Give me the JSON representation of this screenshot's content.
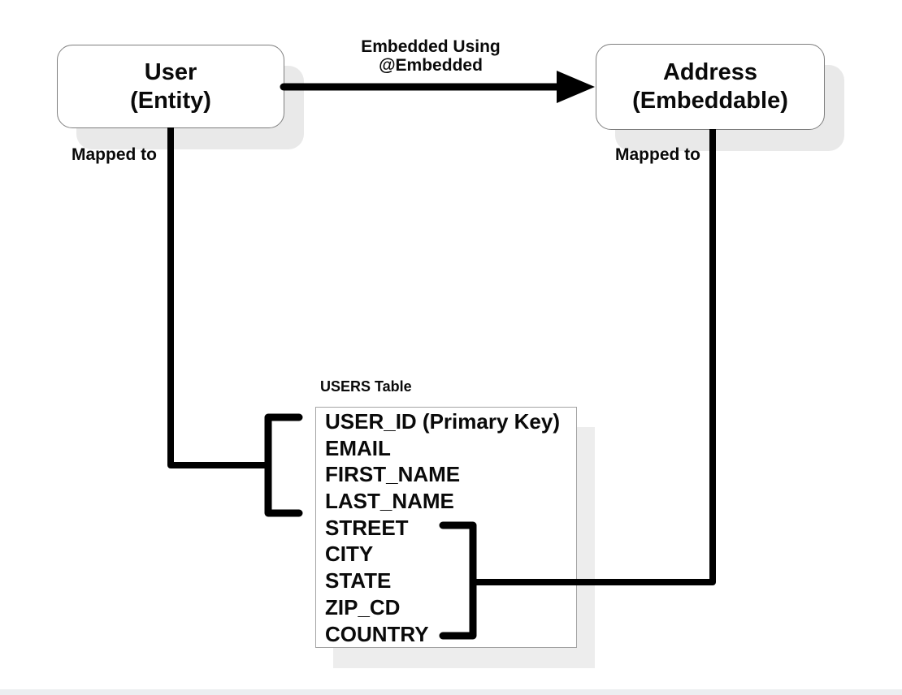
{
  "nodes": {
    "user": {
      "title": "User",
      "subtitle": "(Entity)"
    },
    "address": {
      "title": "Address",
      "subtitle": "(Embeddable)"
    }
  },
  "relationship": {
    "label_line1": "Embedded Using",
    "label_line2": "@Embedded",
    "user_mapped_label": "Mapped to",
    "address_mapped_label": "Mapped to"
  },
  "table": {
    "caption": "USERS Table",
    "rows": [
      "USER_ID (Primary Key)",
      "EMAIL",
      "FIRST_NAME",
      "LAST_NAME",
      "STREET",
      "CITY",
      "STATE",
      "ZIP_CD",
      "COUNTRY"
    ],
    "user_bracket_rows": [
      0,
      1,
      2,
      3
    ],
    "address_bracket_rows": [
      4,
      5,
      6,
      7,
      8
    ]
  },
  "colors": {
    "line": "#000000",
    "box_border": "#7f7f7f",
    "box_shadow": "#e9e9e9",
    "table_border": "#a3a3a3",
    "table_shadow": "#ededed",
    "footer_band": "#eceef0"
  }
}
